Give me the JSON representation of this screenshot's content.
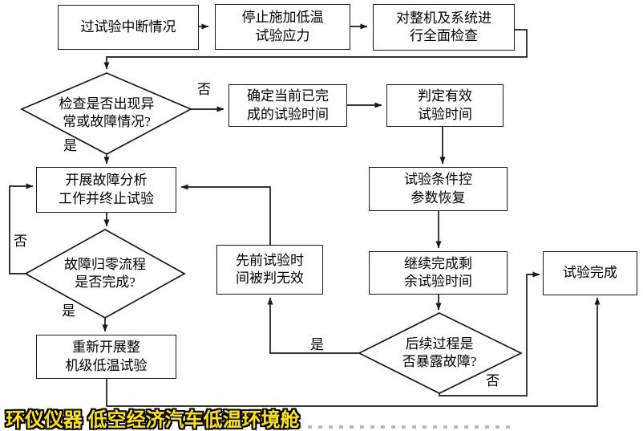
{
  "colors": {
    "background": "#ffffff",
    "line": "#1a1a1a",
    "box_border": "#1a1a1a",
    "text": "#000000",
    "watermark_fill": "#ffe600",
    "watermark_outline": "#000000"
  },
  "flowchart": {
    "nodes": {
      "start": {
        "label": "过试验中断情况"
      },
      "stop_stress": {
        "label": "停止施加低温\n试验应力"
      },
      "full_inspect": {
        "label": "对整机及系统进\n行全面检查"
      },
      "check_fault": {
        "label": "检查是否出现异\n常或故障情况?"
      },
      "confirm_time": {
        "label": "确定当前已完\n成的试验时间"
      },
      "judge_valid": {
        "label": "判定有效\n试验时间"
      },
      "fault_analysis": {
        "label": "开展故障分析\n工作并终止试验"
      },
      "recover_params": {
        "label": "试验条件控\n参数恢复"
      },
      "zero_process": {
        "label": "故障归零流程\n是否完成?"
      },
      "invalid_time": {
        "label": "先前试验时\n间被判无效"
      },
      "continue_remaining": {
        "label": "继续完成剩\n余试验时间"
      },
      "redo_test": {
        "label": "重新开展整\n机级低温试验"
      },
      "expose_fault": {
        "label": "后续过程是\n否暴露故障?"
      },
      "complete": {
        "label": "试验完成"
      }
    },
    "edge_labels": {
      "check_fault_no": "否",
      "check_fault_yes": "是",
      "zero_no": "否",
      "zero_yes": "是",
      "expose_yes": "是",
      "expose_no": "否"
    }
  },
  "watermark": {
    "text": "环仪仪器 低空经济汽车低温环境舱"
  }
}
